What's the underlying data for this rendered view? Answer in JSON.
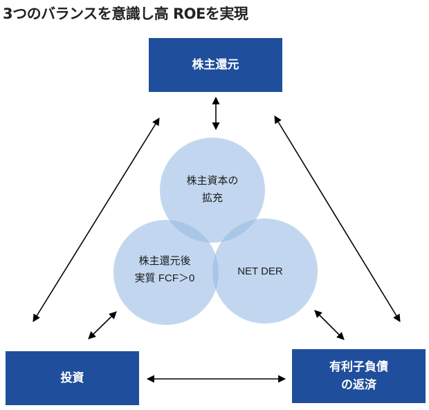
{
  "title": "3つのバランスを意識し高 ROEを実現",
  "boxes": {
    "top": "株主還元",
    "left": "投資",
    "right_line1": "有利子負債",
    "right_line2": "の返済"
  },
  "circles": {
    "top_line1": "株主資本の",
    "top_line2": "拡充",
    "left_line1": "株主還元後",
    "left_line2": "実質 FCF＞0",
    "right": "NET DER"
  },
  "colors": {
    "box_fill": "#1f4e9c",
    "circle_fill": "#c2d7ef",
    "circle_overlap": "#a9c6e6",
    "arrow": "#000000"
  }
}
